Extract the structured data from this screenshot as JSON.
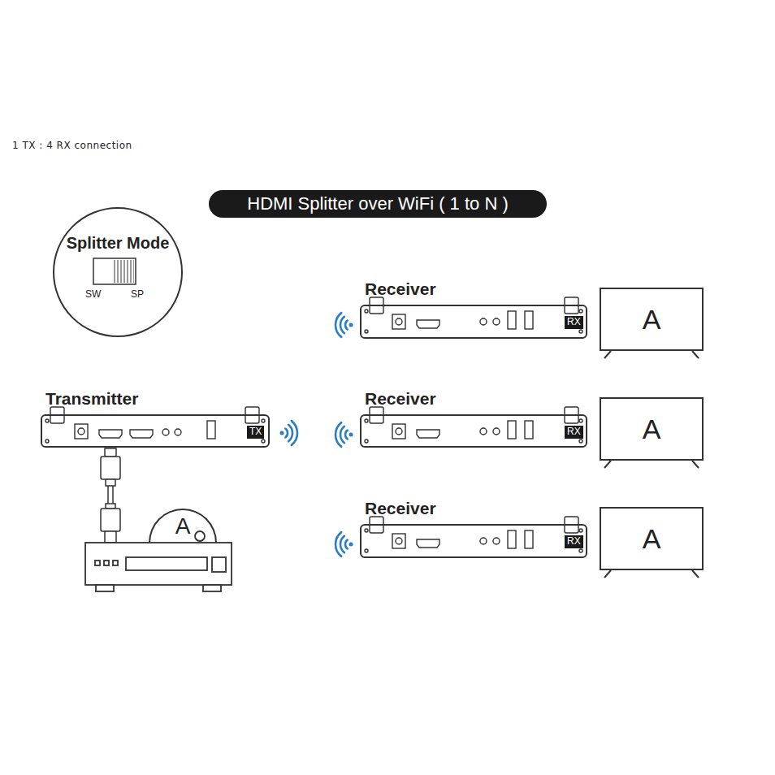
{
  "diagram": {
    "title": "HDMI Splitter over WiFi ( 1 to N )",
    "nodes": [
      {
        "text": [
          "Splitter Mode",
          "SW",
          "SP"
        ]
      },
      {
        "text": [
          "Receiver",
          "RX"
        ]
      },
      {
        "text": [
          "A"
        ]
      },
      {
        "text": [
          "Transmitter",
          "TX"
        ]
      },
      {
        "text": [
          "Receiver",
          "RX"
        ]
      },
      {
        "text": [
          "A"
        ]
      },
      {
        "text": [
          "Receiver",
          "RX"
        ]
      },
      {
        "text": [
          "A"
        ]
      },
      {
        "text": [
          "A"
        ]
      }
    ],
    "labels": [
      "1 TX : 4 RX connection"
    ]
  }
}
